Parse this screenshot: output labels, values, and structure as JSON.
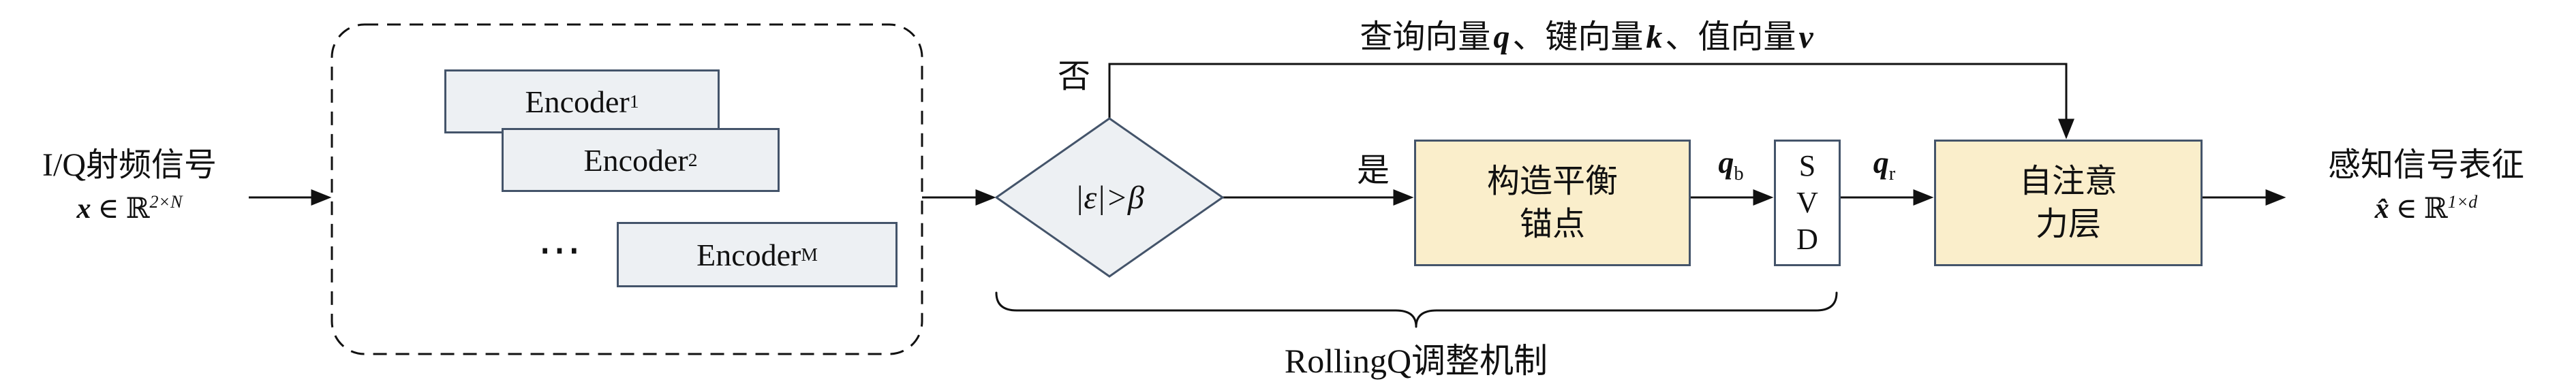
{
  "diagram": {
    "input": {
      "label": "I/Q射频信号",
      "math": {
        "var": "x",
        "rel": "∈",
        "set": "ℝ",
        "sup": "2×N"
      }
    },
    "encoder_group": {
      "items": [
        {
          "name": "Encoder",
          "sup": "1"
        },
        {
          "name": "Encoder",
          "sup": "2"
        },
        {
          "name": "Encoder",
          "sup": "M"
        }
      ],
      "dots": "⋯"
    },
    "decision": {
      "condition": "|ε|>β",
      "no_label": "否",
      "yes_label": "是"
    },
    "top_route_label": {
      "p1": "查询向量",
      "v1": "q",
      "p2": "、键向量",
      "v2": "k",
      "p3": "、值向量",
      "v3": "v"
    },
    "anchor_box": {
      "line1": "构造平衡",
      "line2": "锚点"
    },
    "qb_label": {
      "base": "q",
      "sub": "b"
    },
    "svd_box": {
      "letters": [
        "S",
        "V",
        "D"
      ]
    },
    "qr_label": {
      "base": "q",
      "sub": "r"
    },
    "attention_box": {
      "line1": "自注意",
      "line2": "力层"
    },
    "output": {
      "label": "感知信号表征",
      "math": {
        "var": "x̂",
        "rel": "∈",
        "set": "ℝ",
        "sup": "1×d"
      }
    },
    "brace_label": "RollingQ调整机制",
    "colors": {
      "highlight_fill": "#FAEECB",
      "neutral_fill": "#EDF0F3",
      "box_border": "#44546A",
      "line": "#111111"
    }
  }
}
